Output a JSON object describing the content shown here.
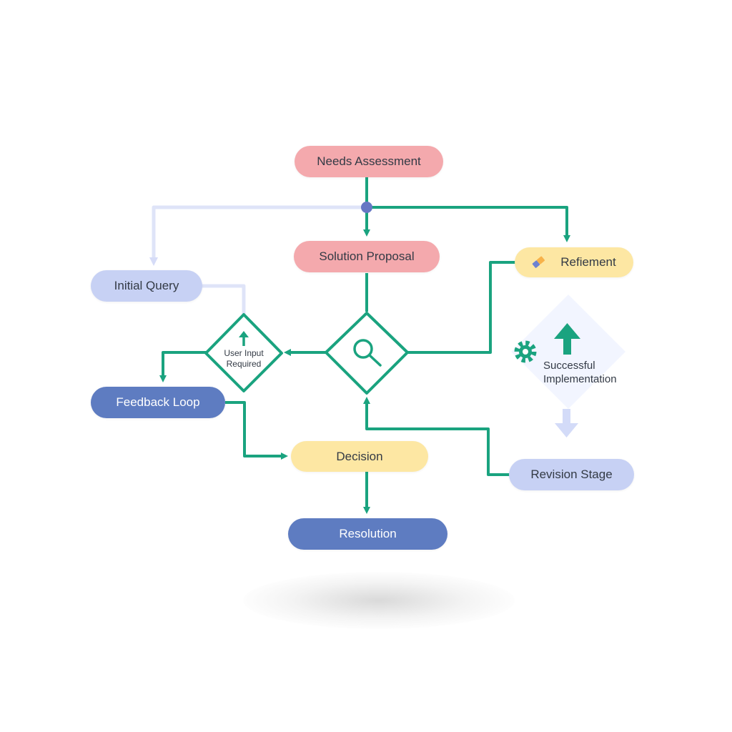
{
  "diagram": {
    "nodes": {
      "needs_assessment": "Needs Assessment",
      "solution_proposal": "Solution Proposal",
      "refinement": "Refiement",
      "initial_query": "Initial Query",
      "user_input_required_line1": "User Input",
      "user_input_required_line2": "Required",
      "feedback_loop": "Feedback Loop",
      "successful_implementation_line1": "Successful",
      "successful_implementation_line2": "Implementation",
      "decision": "Decision",
      "revision_stage": "Revision Stage",
      "resolution": "Resolution"
    },
    "colors": {
      "connector_green": "#1aa37f",
      "connector_faint": "#d6dcf7",
      "junction_dot": "#6677c4",
      "pink_node": "#f4a9ad",
      "yellow_node": "#fde7a3",
      "light_blue_node": "#c7d1f4",
      "dark_blue_node": "#5e7cc1"
    },
    "icons": [
      "search-icon",
      "arrow-up-icon",
      "gear-icon",
      "eraser-icon",
      "arrow-down-icon"
    ]
  }
}
